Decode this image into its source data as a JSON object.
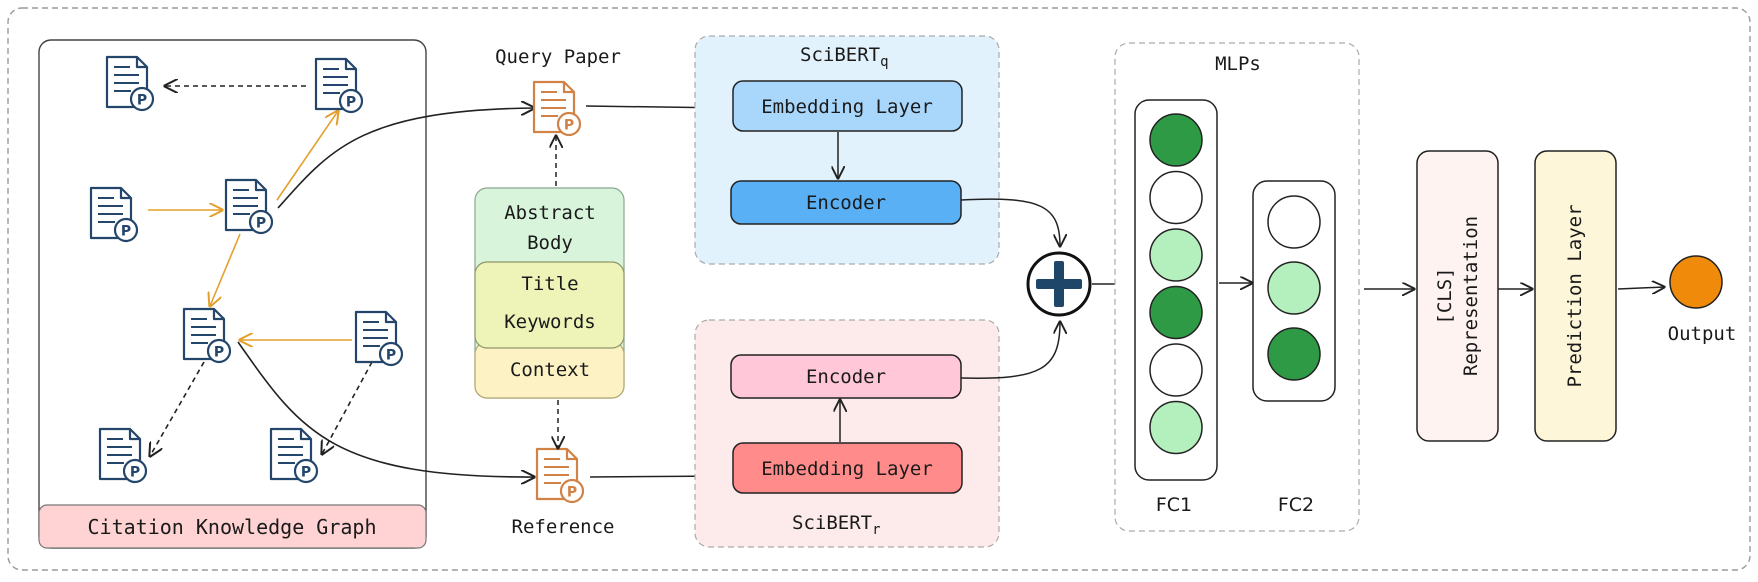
{
  "graph": {
    "label": "Citation Knowledge Graph",
    "paper_icon": "paper-p-icon"
  },
  "inputs": {
    "query_label": "Query Paper",
    "reference_label": "Reference",
    "sections": [
      "Abstract",
      "Body",
      "Title",
      "Keywords",
      "Context"
    ]
  },
  "scibert_q": {
    "name": "SciBERT",
    "sub": "q",
    "embedding": "Embedding Layer",
    "encoder": "Encoder"
  },
  "scibert_r": {
    "name": "SciBERT",
    "sub": "r",
    "embedding": "Embedding Layer",
    "encoder": "Encoder"
  },
  "combine_icon": "plus-circle-icon",
  "mlps": {
    "title": "MLPs",
    "fc1_label": "FC1",
    "fc2_label": "FC2",
    "fc1_nodes": [
      "dark",
      "white",
      "light",
      "dark",
      "white",
      "light"
    ],
    "fc2_nodes": [
      "white",
      "light",
      "dark"
    ]
  },
  "cls": {
    "line1": "[CLS]",
    "line2": "Representation"
  },
  "prediction": {
    "label": "Prediction Layer"
  },
  "output": {
    "label": "Output"
  },
  "colors": {
    "paper_blue": "#24466b",
    "paper_orange": "#d18246",
    "edge_orange": "#e3a02d",
    "node_dark": "#2f9a45",
    "node_light": "#b4efbe",
    "output": "#ef8a0a",
    "embed_q": "#a9d7fb",
    "encoder_q": "#5ab0f4",
    "embed_r": "#ff8b8b",
    "encoder_r": "#ffc7d8"
  }
}
